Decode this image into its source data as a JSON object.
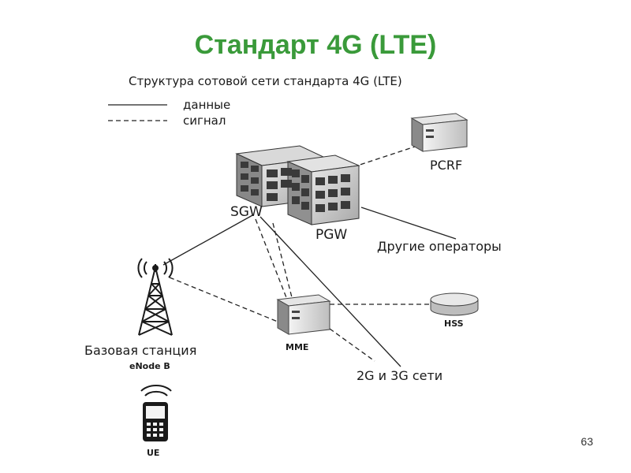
{
  "slide": {
    "title": "Стандарт  4G (LTE)",
    "page_number": "63",
    "title_color": "#3a9a3a"
  },
  "diagram": {
    "subtitle": "Структура сотовой сети стандарта 4G (LTE)",
    "legend": {
      "data_label": "данные",
      "signal_label": "сигнал"
    },
    "nodes": {
      "sgw": "SGW",
      "pgw": "PGW",
      "pcrf": "PCRF",
      "other_operators": "Другие операторы",
      "mme": "MME",
      "hss": "HSS",
      "base_station": "Базовая станция",
      "enodeb": "eNode B",
      "networks_2g3g": "2G и 3G сети",
      "ue": "UE"
    },
    "icons": [
      "server-rack-icon",
      "server-icon",
      "database-icon",
      "antenna-tower-icon",
      "mobile-phone-icon"
    ]
  }
}
